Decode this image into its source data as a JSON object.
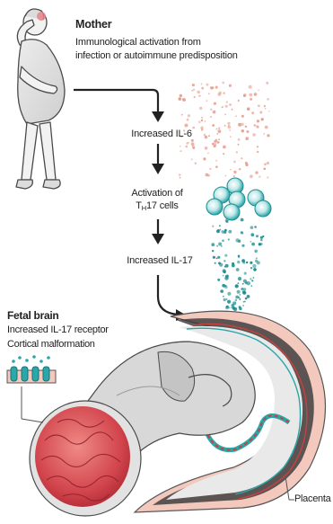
{
  "mother": {
    "title": "Mother",
    "description_line1": "Immunological activation from",
    "description_line2": "infection or autoimmune predisposition"
  },
  "pathway": {
    "step1": "Increased IL-6",
    "step2_line1": "Activation of",
    "step2_prefix": "T",
    "step2_sub": "H",
    "step2_suffix": "17 cells",
    "step3": "Increased IL-17"
  },
  "fetal_brain": {
    "title": "Fetal brain",
    "line1": "Increased IL-17 receptor",
    "line2": "Cortical malformation"
  },
  "placenta": {
    "label": "Placenta"
  },
  "colors": {
    "il6_dots": "#e8a090",
    "th17_cells": "#2aa7a9",
    "il17_dots": "#1f8d91",
    "brain": "#d2454c",
    "uterus_wall": "#f3c9bd",
    "fetus_gray": "#d8d8d8"
  },
  "icons": [
    "pregnant-mother-figure",
    "t-cell-cluster",
    "fetus-in-uterus",
    "brain",
    "receptor-icon",
    "arrow-down-icon"
  ]
}
